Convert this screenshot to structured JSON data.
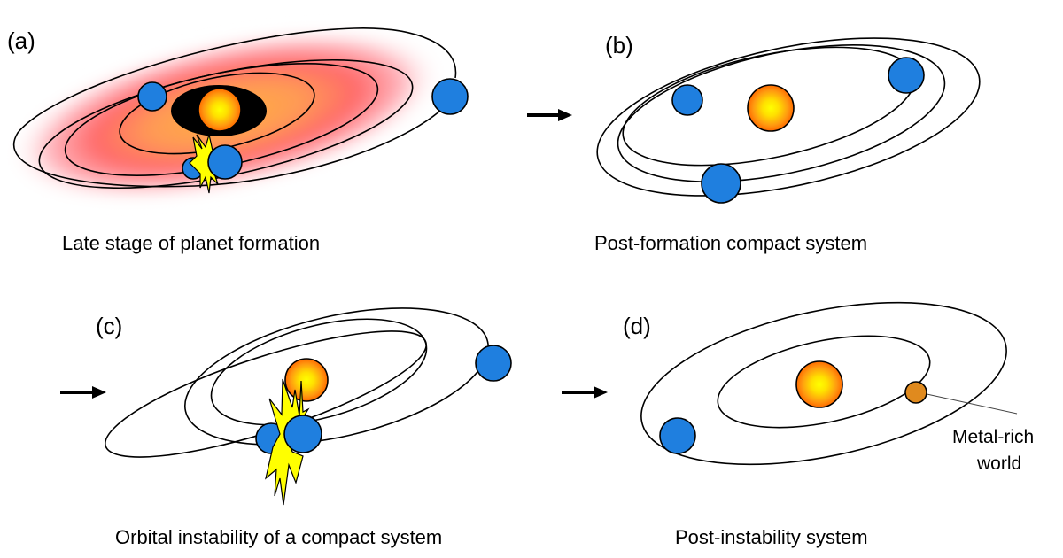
{
  "figure": {
    "panels": [
      {
        "id": "a",
        "label": "(a)",
        "caption": "Late stage of planet formation",
        "elements": [
          "protoplanetary-disk",
          "inner-cavity",
          "star",
          "planets",
          "collision-flash"
        ]
      },
      {
        "id": "b",
        "label": "(b)",
        "caption": "Post-formation compact system",
        "elements": [
          "star",
          "planets"
        ]
      },
      {
        "id": "c",
        "label": "(c)",
        "caption": "Orbital instability of a compact system",
        "elements": [
          "star",
          "planets",
          "collision-flash"
        ]
      },
      {
        "id": "d",
        "label": "(d)",
        "caption": "Post-instability system",
        "annotation": {
          "line1": "Metal-rich",
          "line2": "world"
        },
        "elements": [
          "star",
          "planet",
          "metal-rich-world"
        ]
      }
    ],
    "arrows": [
      "a-to-b",
      "b-to-c",
      "c-to-d"
    ],
    "colors": {
      "planet": "#1f7fdf",
      "metal_rich_world": "#e08a1e",
      "star_core": "#ffff00",
      "star_edge": "#ff6a00",
      "disk_inner": "#ffa040",
      "disk_outer": "#ff5a5a",
      "flash": "#ffff00"
    }
  }
}
